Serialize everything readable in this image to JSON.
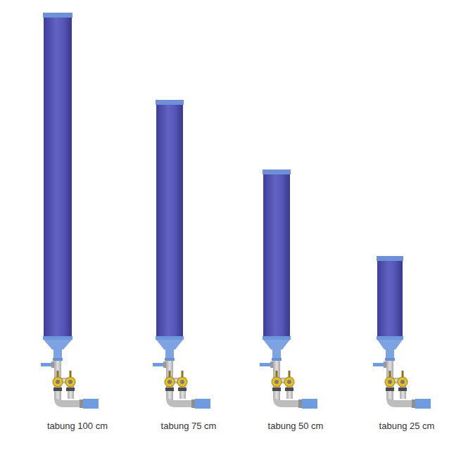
{
  "diagram": {
    "labels": [
      "tabung 100 cm",
      "tabung 75 cm",
      "tabung 50 cm",
      "tabung 25 cm"
    ]
  }
}
